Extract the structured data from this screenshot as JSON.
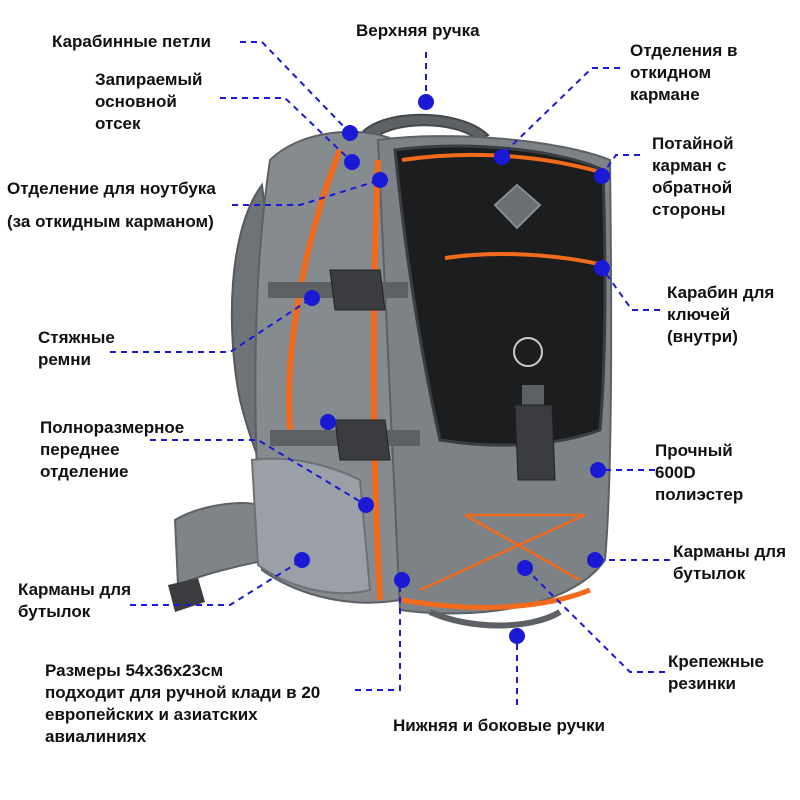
{
  "labels": {
    "carabiner_loops": "Карабинные петли",
    "top_handle": "Верхняя ручка",
    "flap_pockets": "Отделения в\nоткидном\nкармане",
    "lockable_main": "Запираемый\nосновной\nотсек",
    "hidden_pocket": "Потайной\nкарман с\nобратной\nстороны",
    "laptop_compartment": "Отделение для ноутбука",
    "laptop_note": "(за откидным карманом)",
    "key_clip": "Карабин для\nключей\n(внутри)",
    "compression_straps": "Стяжные\nремни",
    "front_compartment": "Полноразмерное\nпереднее\nотделение",
    "polyester": "Прочный\n600D\nполиэстер",
    "bottle_pockets_left": "Карманы для\nбутылок",
    "bottle_pockets_right": "Карманы для\nбутылок",
    "bungee": "Крепежные\nрезинки",
    "dimensions": "Размеры 54x36x23см\nподходит для ручной клади в 20\nевропейских и азиатских\nавиалиниях",
    "bottom_handles": "Нижняя и боковые ручки"
  },
  "colors": {
    "marker": "#1a1ad6",
    "body_grey": "#7b8085",
    "front_black": "#1b1d1f",
    "accent_orange": "#f26a1b",
    "strap_grey": "#5d6166"
  }
}
